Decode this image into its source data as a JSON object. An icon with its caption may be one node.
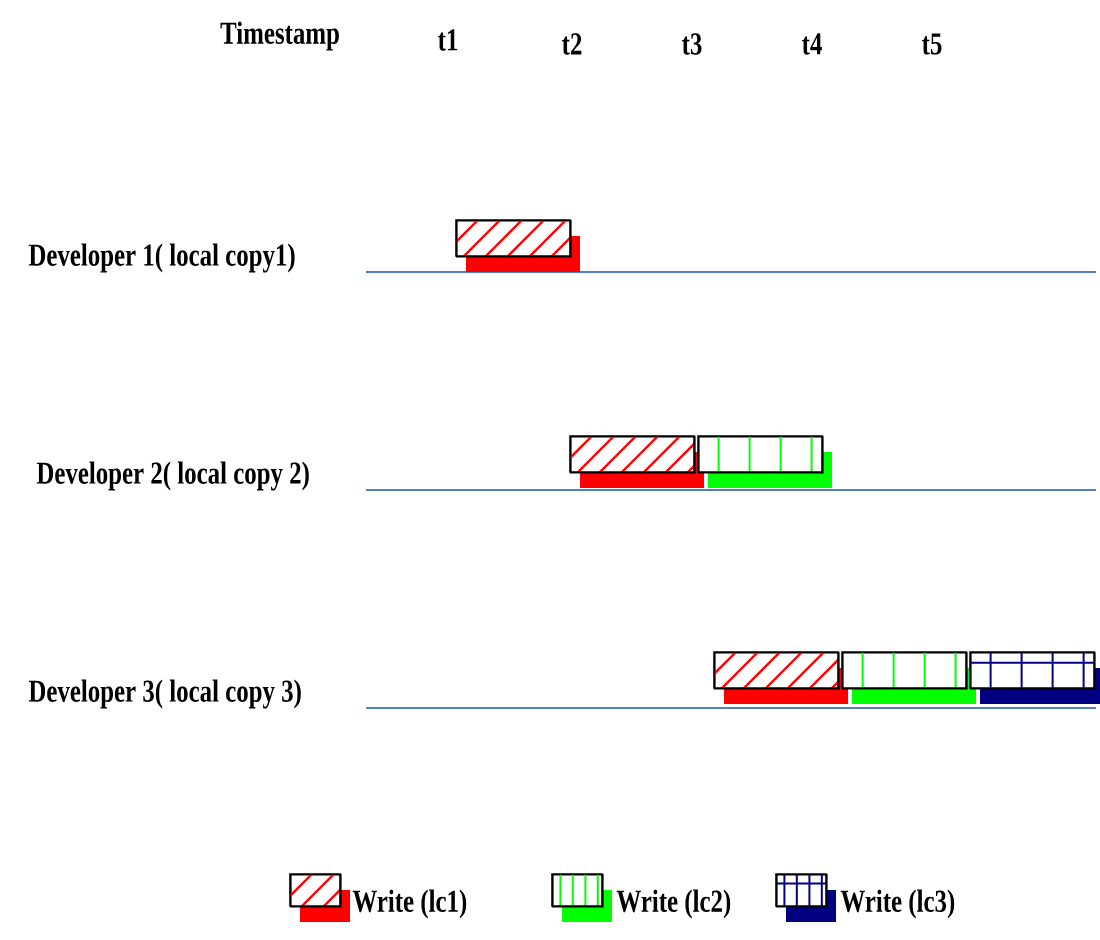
{
  "diagram": {
    "nodes": [
      {
        "text": [],
        "shape": "box"
      },
      {
        "text": [],
        "shape": "box"
      },
      {
        "text": [],
        "shape": "box"
      },
      {
        "text": [],
        "shape": "box"
      },
      {
        "text": [],
        "shape": "box"
      },
      {
        "text": [],
        "shape": "box"
      }
    ],
    "labels": [
      "Timestamp",
      "t1",
      "t2",
      "t3",
      "t4",
      "t5",
      "Developer 1( local copy1)",
      "Developer 2( local copy 2)",
      "Developer 3( local copy 3)"
    ],
    "legend": [
      {
        "text": "Write (lc1)",
        "color": "#ff0000"
      },
      {
        "text": "Write (lc2)",
        "color": "#00ff00"
      },
      {
        "text": "Write (lc3)",
        "color": "#000080"
      }
    ]
  }
}
